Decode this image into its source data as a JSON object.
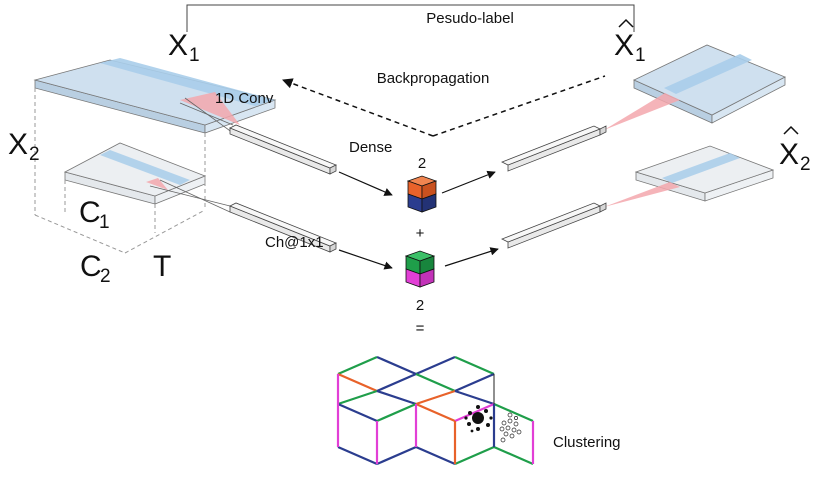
{
  "labels": {
    "pseudo_label": "Pesudo-label",
    "backprop": "Backpropagation",
    "conv": "1D Conv",
    "dense": "Dense",
    "ch": "Ch@1x1",
    "clustering": "Clustering",
    "top_count": "2",
    "bottom_count": "2",
    "plus": "+",
    "equals": "="
  },
  "symbols": {
    "x1_main": "X",
    "x1_sub": "1",
    "x2_main": "X",
    "x2_sub": "2",
    "xhat1_main": "X",
    "xhat1_sub": "1",
    "xhat2_main": "X",
    "xhat2_sub": "2",
    "c1_main": "C",
    "c1_sub": "1",
    "c2_main": "C",
    "c2_sub": "2",
    "t": "T"
  },
  "colors": {
    "orange": "#e8622a",
    "navy": "#2b3d8f",
    "green": "#1f9e4a",
    "magenta": "#e23fd6",
    "slab_top": "#cfe0ef",
    "slab_band": "#a8cdea",
    "cone": "#f3a7ad"
  }
}
